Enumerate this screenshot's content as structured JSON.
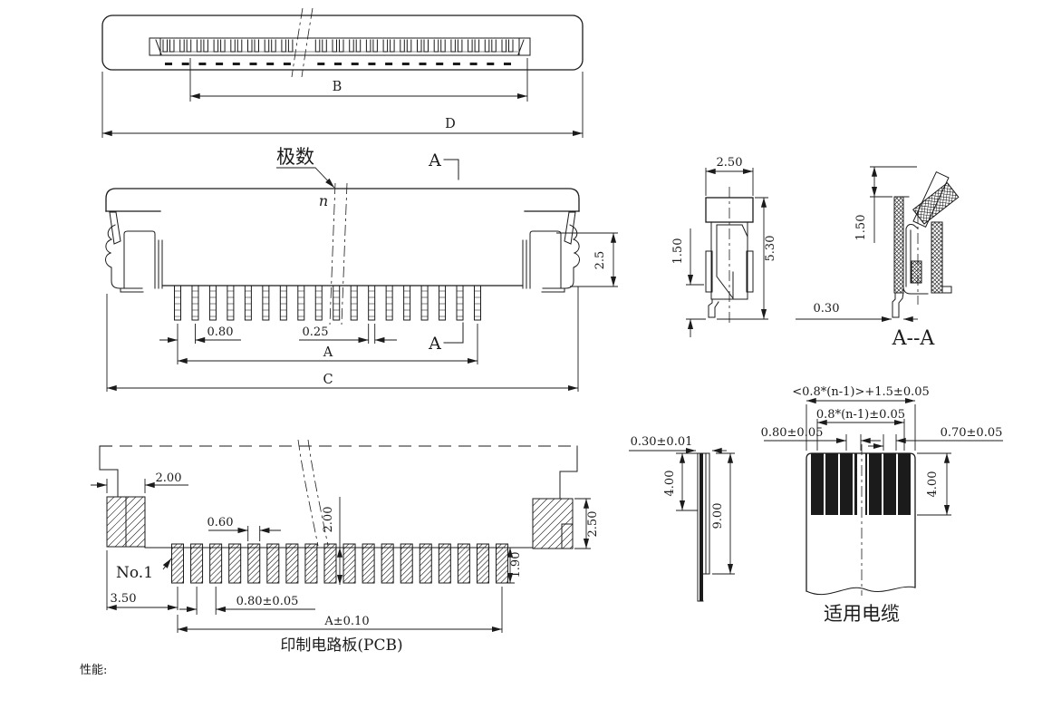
{
  "page": {
    "background": "#ffffff",
    "line_color": "#1b1b1b"
  },
  "top_view": {
    "dim_b": "B",
    "dim_d": "D"
  },
  "front_view": {
    "poles_label": "极数",
    "poles_symbol": "n",
    "section_label_top": "A",
    "section_label_bottom": "A",
    "dim_latch_height": "2.5",
    "dim_pitch": "0.80",
    "dim_pin_width": "0.25",
    "dim_pin_span": "A",
    "dim_overall": "C"
  },
  "side_view": {
    "dim_width": "2.50",
    "dim_foot": "1.50",
    "dim_height": "5.30"
  },
  "section_view": {
    "label": "A--A",
    "dim_actuator": "1.50",
    "dim_tail": "0.30"
  },
  "pcb_layout": {
    "dim_anchor_width": "2.00",
    "dim_pad_width": "0.60",
    "dim_pad_length": "2.00",
    "dim_anchor_height": "2.50",
    "dim_pad_min": "1.90",
    "pin1_label": "No.1",
    "dim_edge": "3.50",
    "dim_pitch": "0.80±0.05",
    "dim_span": "A±0.10",
    "caption": "印制电路板(PCB)"
  },
  "cable_edge": {
    "dim_thickness": "0.30±0.01",
    "dim_exposed": "4.00",
    "dim_stiffener": "9.00"
  },
  "cable_face": {
    "dim_total_width": "<0.8*(n-1)>+1.5±0.05",
    "dim_conductor_span": "0.8*(n-1)±0.05",
    "dim_pitch": "0.80±0.05",
    "dim_conductor_width": "0.70±0.05",
    "dim_exposed": "4.00",
    "caption": "适用电缆"
  },
  "footer": {
    "performance_label": "性能:"
  }
}
